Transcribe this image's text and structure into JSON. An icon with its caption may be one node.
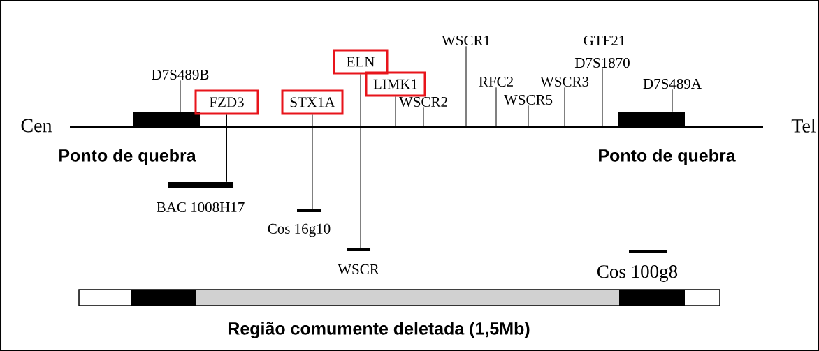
{
  "diagram": {
    "nodes": [
      {
        "text": [
          "D7S489B"
        ]
      },
      {
        "text": [],
        "shape": "bar"
      },
      {
        "text": [
          "FZD3"
        ]
      },
      {
        "text": [
          "STX1A"
        ]
      },
      {
        "text": [
          "ELN"
        ]
      },
      {
        "text": [
          "LIMK1"
        ]
      },
      {
        "text": [
          "WSCR2"
        ]
      },
      {
        "text": [
          "WSCR1"
        ]
      },
      {
        "text": [
          "RFC2"
        ]
      },
      {
        "text": [
          "WSCR5"
        ]
      },
      {
        "text": [
          "WSCR3"
        ]
      },
      {
        "text": [
          "D7S1870"
        ]
      },
      {
        "text": [
          "D7S489A"
        ]
      },
      {
        "text": [],
        "shape": "bar"
      },
      {
        "text": [],
        "shape": "line"
      },
      {
        "text": [
          "BAC 1008H17"
        ]
      },
      {
        "text": [
          "Cos 16g10"
        ]
      },
      {
        "text": [
          "WSCR"
        ]
      },
      {
        "text": [
          "Cos 100g8"
        ]
      }
    ],
    "edges": [
      {
        "from": 0,
        "to": 1,
        "arrow": "none"
      },
      {
        "from": 2,
        "to": 15,
        "arrow": "none"
      },
      {
        "from": 3,
        "to": 16,
        "arrow": "none"
      },
      {
        "from": 4,
        "to": 17,
        "arrow": "none"
      },
      {
        "from": 5,
        "to": 14,
        "arrow": "none"
      },
      {
        "from": 6,
        "to": 14,
        "arrow": "none"
      },
      {
        "from": 7,
        "to": 14,
        "arrow": "none"
      },
      {
        "from": 8,
        "to": 14,
        "arrow": "none"
      },
      {
        "from": 9,
        "to": 14,
        "arrow": "none"
      },
      {
        "from": 10,
        "to": 14,
        "arrow": "none"
      },
      {
        "from": 11,
        "to": 14,
        "arrow": "none"
      },
      {
        "from": 12,
        "to": 13,
        "arrow": "none"
      }
    ],
    "labels": [
      "Cen",
      "Tel",
      "GTF21",
      "Ponto de quebra",
      "Ponto de quebra",
      "Região comumente deletada (1,5Mb)"
    ]
  }
}
